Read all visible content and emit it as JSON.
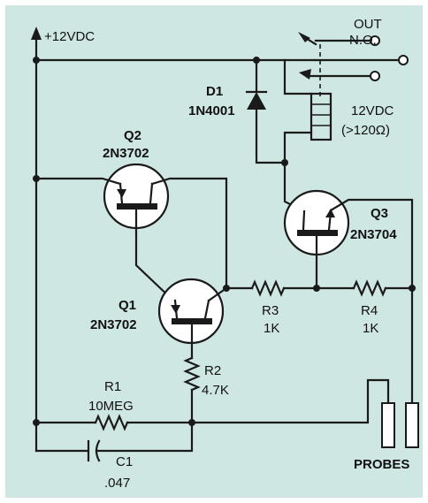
{
  "colors": {
    "background": "#cfe7e2",
    "page": "#ffffff",
    "ink": "#1a1a1a",
    "transistor_fill": "#ffffff"
  },
  "supply": {
    "label": "+12VDC"
  },
  "relay": {
    "out_label": "OUT",
    "contact_label": "N.O.",
    "coil_label": "12VDC",
    "coil_spec": "(>120Ω)"
  },
  "components": {
    "D1": {
      "ref": "D1",
      "part": "1N4001"
    },
    "Q1": {
      "ref": "Q1",
      "part": "2N3702"
    },
    "Q2": {
      "ref": "Q2",
      "part": "2N3702"
    },
    "Q3": {
      "ref": "Q3",
      "part": "2N3704"
    },
    "R1": {
      "ref": "R1",
      "value": "10MEG"
    },
    "R2": {
      "ref": "R2",
      "value": "4.7K"
    },
    "R3": {
      "ref": "R3",
      "value": "1K"
    },
    "R4": {
      "ref": "R4",
      "value": "1K"
    },
    "C1": {
      "ref": "C1",
      "value": ".047"
    }
  },
  "probes": {
    "label": "PROBES"
  }
}
